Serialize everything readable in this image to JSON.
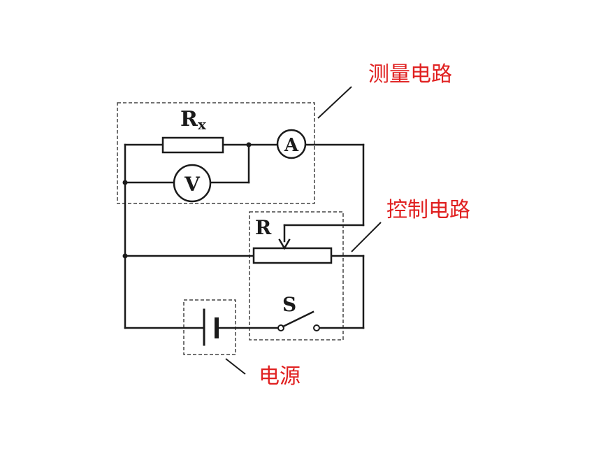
{
  "colors": {
    "wire": "#1a1a1a",
    "region_label": "#e02020",
    "background": "#ffffff"
  },
  "labels": {
    "resistor_x_main": "R",
    "resistor_x_sub": "x",
    "ammeter": "A",
    "voltmeter": "V",
    "rheostat": "R",
    "switch": "S"
  },
  "regions": {
    "measurement": "测量电路",
    "control": "控制电路",
    "power": "电源"
  }
}
